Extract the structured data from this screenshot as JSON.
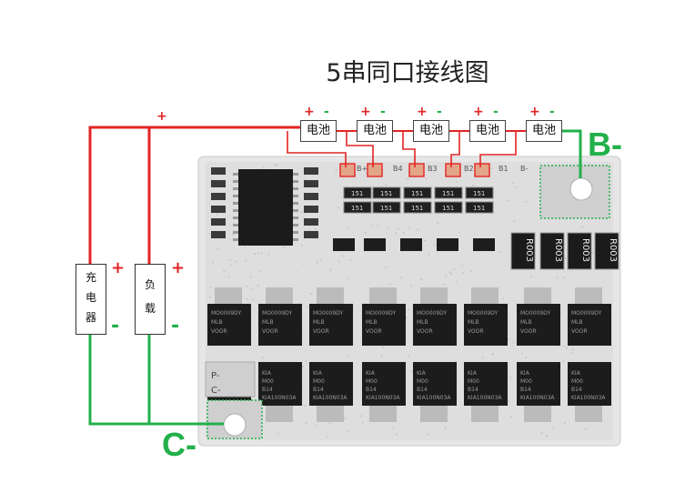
{
  "title": "5串同口接线图",
  "cells": [
    {
      "label": "电池",
      "plus": "+",
      "minus": "-"
    },
    {
      "label": "电池",
      "plus": "+",
      "minus": "-"
    },
    {
      "label": "电池",
      "plus": "+",
      "minus": "-"
    },
    {
      "label": "电池",
      "plus": "+",
      "minus": "-"
    },
    {
      "label": "电池",
      "plus": "+",
      "minus": "-"
    }
  ],
  "top_plus": "+",
  "charger": {
    "chars": [
      "充",
      "电",
      "器"
    ],
    "plus": "+",
    "minus": "-"
  },
  "load": {
    "chars": [
      "负",
      "载"
    ],
    "plus": "+",
    "minus": "-"
  },
  "b_minus_label": "B-",
  "c_minus_label": "C-",
  "pcb": {
    "pad_labels": [
      "B+",
      "B4",
      "B3",
      "B2",
      "B1",
      "B-"
    ],
    "bottom_pads": [
      "P-",
      "C-"
    ],
    "resistor_codes": [
      "R003",
      "R003",
      "R003",
      "R003"
    ],
    "smd_code": "151",
    "mosfet_top_lines": [
      "MO0009DY",
      "MLB",
      "VOOR"
    ],
    "mosfet_bottom_lines": [
      "KIA",
      "M00",
      "B14",
      "KIA100N03A"
    ]
  },
  "colors": {
    "positive": "#e32424",
    "negative": "#22b04b",
    "board": "#dcdcdc"
  }
}
